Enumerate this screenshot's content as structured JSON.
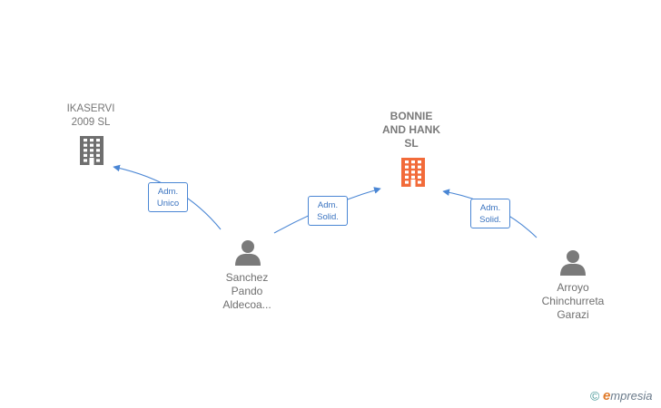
{
  "companies": [
    {
      "id": "ikaservi",
      "lines": [
        "IKASERVI",
        "2009 SL"
      ],
      "color": "#6f6f6f"
    },
    {
      "id": "bonnie",
      "lines": [
        "BONNIE",
        "AND HANK",
        "SL"
      ],
      "color": "#f26b3a"
    }
  ],
  "people": [
    {
      "id": "sanchez",
      "lines": [
        "Sanchez",
        "Pando",
        "Aldecoa..."
      ]
    },
    {
      "id": "arroyo",
      "lines": [
        "Arroyo",
        "Chinchurreta",
        "Garazi"
      ]
    }
  ],
  "edges": [
    {
      "from": "sanchez",
      "to": "ikaservi",
      "lines": [
        "Adm.",
        "Unico"
      ]
    },
    {
      "from": "sanchez",
      "to": "bonnie",
      "lines": [
        "Adm.",
        "Solid."
      ]
    },
    {
      "from": "arroyo",
      "to": "bonnie",
      "lines": [
        "Adm.",
        "Solid."
      ]
    }
  ],
  "colors": {
    "edge": "#4a86d4",
    "person": "#7a7a7a"
  },
  "icons": {
    "company": "building-icon",
    "person": "person-icon"
  },
  "brand": {
    "copyright": "©",
    "initial": "e",
    "rest": "mpresia"
  }
}
